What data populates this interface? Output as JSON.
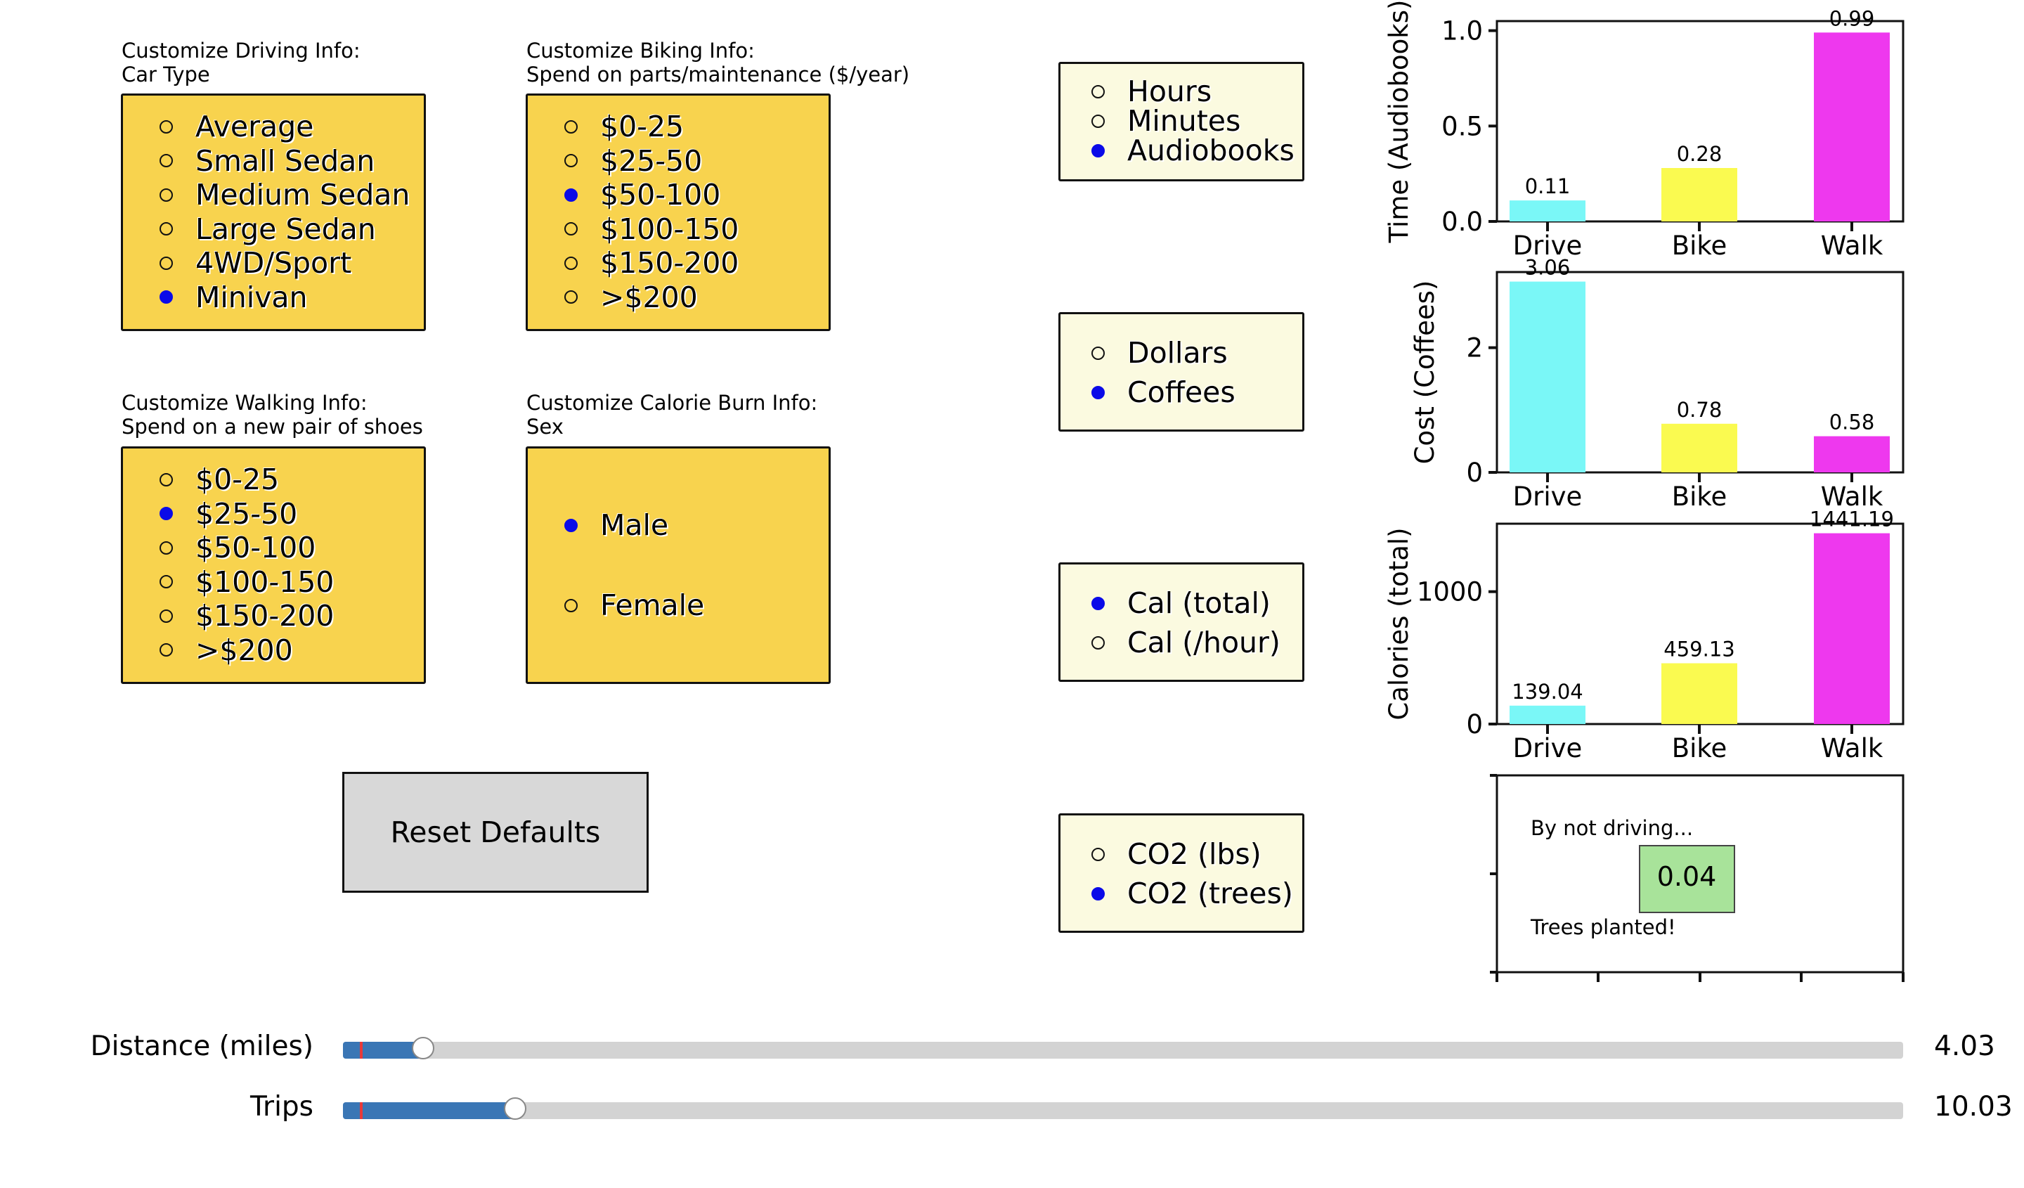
{
  "driving": {
    "title": "Customize Driving Info:",
    "subtitle": "Car Type",
    "options": [
      "Average",
      "Small Sedan",
      "Medium Sedan",
      "Large Sedan",
      "4WD/Sport",
      "Minivan"
    ],
    "selected": 5
  },
  "biking": {
    "title": "Customize Biking Info:",
    "subtitle": "Spend on parts/maintenance ($/year)",
    "options": [
      "$0-25",
      "$25-50",
      "$50-100",
      "$100-150",
      "$150-200",
      ">$200"
    ],
    "selected": 2
  },
  "walking": {
    "title": "Customize Walking Info:",
    "subtitle": "Spend on a new pair of shoes",
    "options": [
      "$0-25",
      "$25-50",
      "$50-100",
      "$100-150",
      "$150-200",
      ">$200"
    ],
    "selected": 1
  },
  "calorie": {
    "title": "Customize Calorie Burn Info:",
    "subtitle": "Sex",
    "options": [
      "Male",
      "Female"
    ],
    "selected": 0
  },
  "reset_label": "Reset Defaults",
  "time_units": {
    "options": [
      "Hours",
      "Minutes",
      "Audiobooks"
    ],
    "selected": 2
  },
  "cost_units": {
    "options": [
      "Dollars",
      "Coffees"
    ],
    "selected": 1
  },
  "cal_units": {
    "options": [
      "Cal (total)",
      "Cal (/hour)"
    ],
    "selected": 0
  },
  "co2_units": {
    "options": [
      "CO2 (lbs)",
      "CO2 (trees)"
    ],
    "selected": 1
  },
  "co2_panel": {
    "top_text": "By not driving...",
    "value": "0.04",
    "bottom_text": "Trees planted!",
    "value_bg": "#a8e39a"
  },
  "sliders": [
    {
      "label": "Distance (miles)",
      "value_text": "4.03",
      "fraction": 0.04
    },
    {
      "label": "Trips",
      "value_text": "10.03",
      "fraction": 0.1
    }
  ],
  "colors": {
    "drive": "#7af7f7",
    "bike": "#fafa50",
    "walk": "#ee38ee",
    "panel_yellow": "#f8d34e",
    "panel_cream": "#fbfae0",
    "selected_dot": "#0a0ae8"
  },
  "chart_data": [
    {
      "type": "bar",
      "categories": [
        "Drive",
        "Bike",
        "Walk"
      ],
      "values": [
        0.11,
        0.28,
        0.99
      ],
      "value_labels": [
        "0.11",
        "0.28",
        "0.99"
      ],
      "ylabel": "Time (Audiobooks)",
      "yticks": [
        "0.0",
        "0.5",
        "1.0"
      ],
      "ylim": [
        0,
        1.0
      ]
    },
    {
      "type": "bar",
      "categories": [
        "Drive",
        "Bike",
        "Walk"
      ],
      "values": [
        3.06,
        0.78,
        0.58
      ],
      "value_labels": [
        "3.06",
        "0.78",
        "0.58"
      ],
      "ylabel": "Cost (Coffees)",
      "yticks": [
        "0",
        "2"
      ],
      "ylim": [
        0,
        3.06
      ]
    },
    {
      "type": "bar",
      "categories": [
        "Drive",
        "Bike",
        "Walk"
      ],
      "values": [
        139.04,
        459.13,
        1441.19
      ],
      "value_labels": [
        "139.04",
        "459.13",
        "1441.19"
      ],
      "ylabel": "Calories (total)",
      "yticks": [
        "0",
        "1000"
      ],
      "ylim": [
        0,
        1441.19
      ]
    }
  ]
}
